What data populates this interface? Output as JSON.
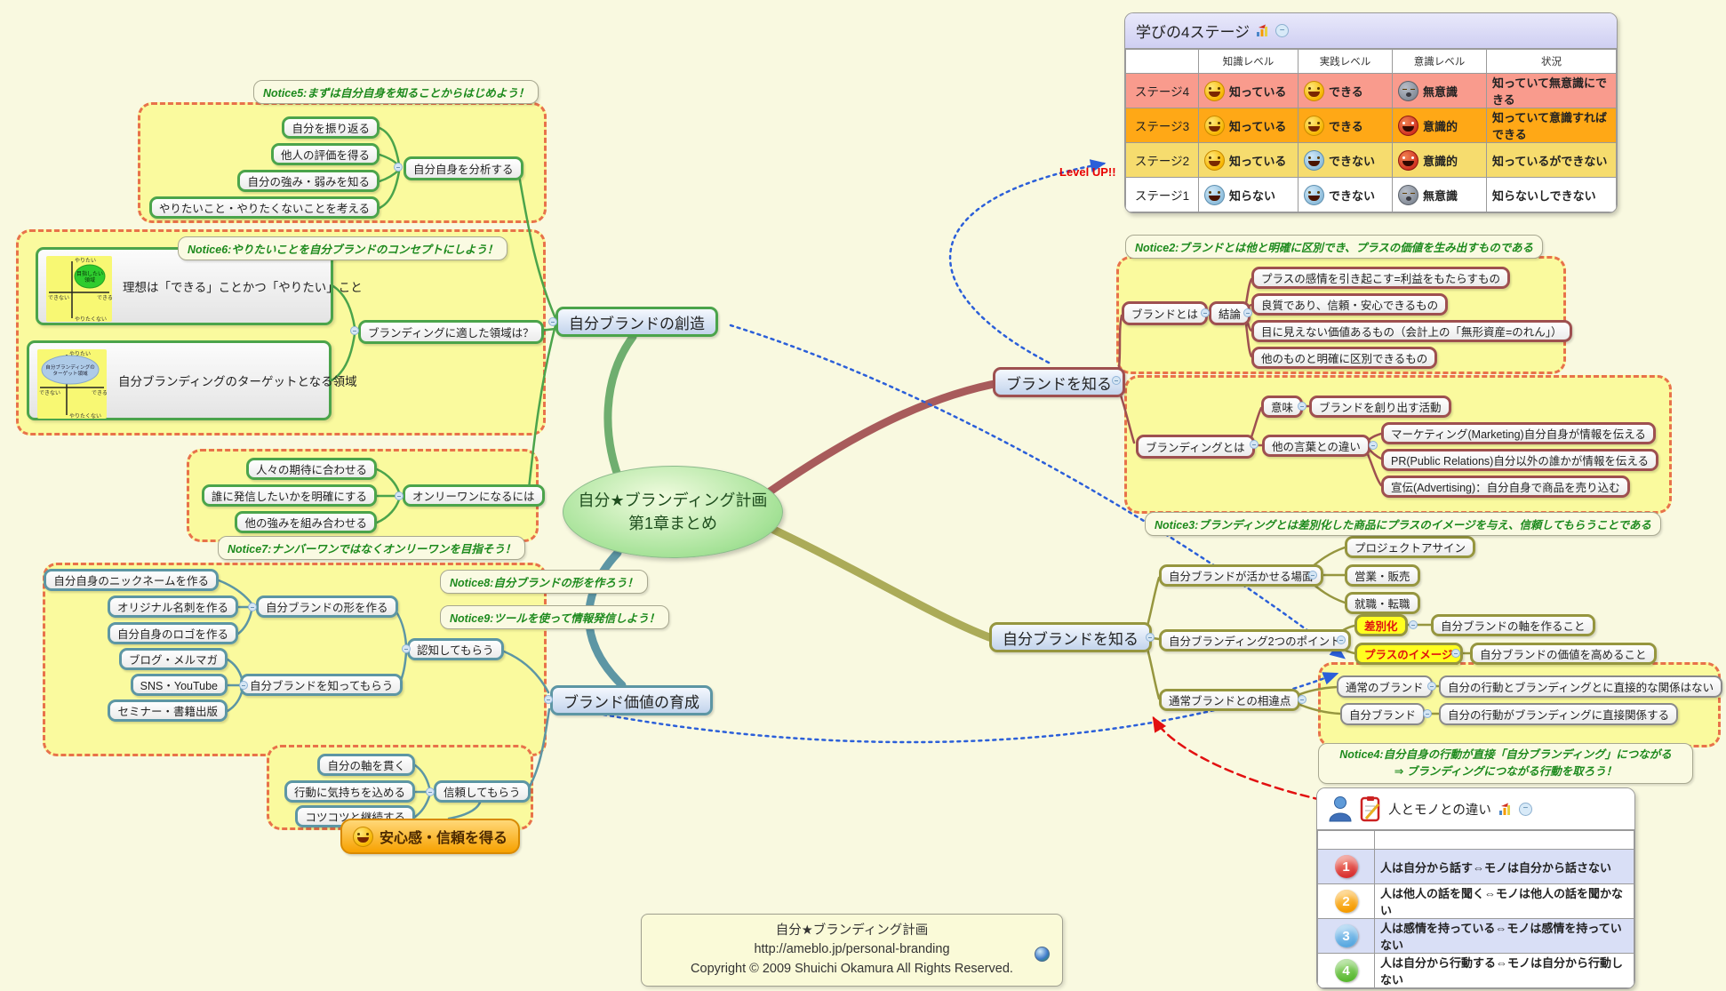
{
  "center": {
    "line1": "自分★ブランディング計画",
    "line2": "第1章まとめ"
  },
  "nodes": {
    "creation_main": "自分ブランドの創造",
    "know_brand_main": "ブランドを知る",
    "know_self_main": "自分ブランドを知る",
    "nurture_main": "ブランド価値の育成",
    "furikaeru": "自分を振り返る",
    "hyouka": "他人の評価を得る",
    "tsuyomi": "自分の強み・弱みを知る",
    "yaritai": "やりたいこと・やりたくないことを考える",
    "bunseki": "自分自身を分析する",
    "risou": "理想は「できる」ことかつ「やりたい」こと",
    "target_ryouiki": "自分ブランディングのターゲットとなる領域",
    "tekishita": "ブランディングに適した領域は？",
    "kitai": "人々の期待に合わせる",
    "dare": "誰に発信したいかを明確にする",
    "kumiawase": "他の強みを組み合わせる",
    "onlyone": "オンリーワンになるには",
    "nickname": "自分自身のニックネームを作る",
    "meishi": "オリジナル名刺を作る",
    "logo": "自分自身のロゴを作る",
    "katachi": "自分ブランドの形を作る",
    "blog": "ブログ・メルマガ",
    "sns": "SNS・YouTube",
    "seminar": "セミナー・書籍出版",
    "shittemorau": "自分ブランドを知ってもらう",
    "ninchi": "認知してもらう",
    "jiku": "自分の軸を貫く",
    "kimochi": "行動に気持ちを込める",
    "kotsu": "コツコツと継続する",
    "shinrai": "信頼してもらう",
    "anshin": "安心感・信頼を得る",
    "brand_toha": "ブランドとは",
    "ketsuron": "結論",
    "plus_kanjou": "プラスの感情を引き起こす=利益をもたらすもの",
    "ryoushitsu": "良質であり、信頼・安心できるもの",
    "mienai": "目に見えない価値あるもの（会計上の「無形資産=のれん」）",
    "kubetsu": "他のものと明確に区別できるもの",
    "branding_toha": "ブランディングとは",
    "imi": "意味",
    "tsukuridasu": "ブランドを創り出す活動",
    "kotoba_chigai": "他の言葉との違い",
    "marketing": "マーケティング(Marketing)自分自身が情報を伝える",
    "pr": "PR(Public Relations)自分以外の誰かが情報を伝える",
    "senden": "宣伝(Advertising)：自分自身で商品を売り込む",
    "ikaseru": "自分ブランドが活かせる場面",
    "project": "プロジェクトアサイン",
    "eigyo": "営業・販売",
    "shushoku": "就職・転職",
    "two_points": "自分ブランディング2つのポイント",
    "sabetsuka": "差別化",
    "jiku_tsukuru": "自分ブランドの軸を作ること",
    "plus_image": "プラスのイメージ",
    "kachi_takameru": "自分ブランドの価値を高めること",
    "souiten": "通常ブランドとの相違点",
    "tsujou_brand": "通常のブランド",
    "tsujou_desc": "自分の行動とブランディングとに直接的な関係はない",
    "jibun_brand": "自分ブランド",
    "jibun_desc": "自分の行動がブランディングに直接関係する"
  },
  "notices": {
    "n2": "Notice2:ブランドとは他と明確に区別でき、プラスの価値を生み出すものである",
    "n3": "Notice3:ブランディングとは差別化した商品にプラスのイメージを与え、信頼してもらうことである",
    "n4_line1": "Notice4:自分自身の行動が直接「自分ブランディング」につながる",
    "n4_line2": "⇒ ブランディングにつながる行動を取ろう！",
    "n5": "Notice5:まずは自分自身を知ることからはじめよう！",
    "n6": "Notice6:やりたいことを自分ブランドのコンセプトにしよう！",
    "n7": "Notice7:ナンバーワンではなくオンリーワンを目指そう！",
    "n8": "Notice8:自分ブランドの形を作ろう！",
    "n9": "Notice9:ツールを使って情報発信しよう！"
  },
  "insets": {
    "axis_top": "やりたい",
    "axis_bottom": "やりたくない",
    "axis_left": "できない",
    "axis_right": "できる",
    "a_ellipse_line1": "目指したい",
    "a_ellipse_line2": "領域",
    "b_ellipse_line1": "自分ブランディングの",
    "b_ellipse_line2": "ターゲット領域"
  },
  "stage_table": {
    "title": "学びの4ステージ",
    "columns": [
      "知識レベル",
      "実践レベル",
      "意識レベル",
      "状況"
    ],
    "rows": [
      {
        "name": "ステージ4",
        "knowledge": "知っている",
        "knowledge_icon": "laughing-face",
        "practice": "できる",
        "practice_icon": "laughing-face",
        "awareness": "無意識",
        "awareness_icon": "sleeping-face",
        "situation": "知っていて無意識にできる",
        "row_color": "#F99B8D"
      },
      {
        "name": "ステージ3",
        "knowledge": "知っている",
        "knowledge_icon": "laughing-face",
        "practice": "できる",
        "practice_icon": "laughing-face",
        "awareness": "意識的",
        "awareness_icon": "angry-face",
        "situation": "知っていて意識すればできる",
        "row_color": "#FFA816"
      },
      {
        "name": "ステージ2",
        "knowledge": "知っている",
        "knowledge_icon": "laughing-face",
        "practice": "できない",
        "practice_icon": "crying-face",
        "awareness": "意識的",
        "awareness_icon": "angry-face",
        "situation": "知っているができない",
        "row_color": "#F6DC6E"
      },
      {
        "name": "ステージ1",
        "knowledge": "知らない",
        "knowledge_icon": "crying-face",
        "practice": "できない",
        "practice_icon": "crying-face",
        "awareness": "無意識",
        "awareness_icon": "sleeping-face",
        "situation": "知らないしできない",
        "row_color": "#FFFFFF"
      }
    ]
  },
  "diff_table": {
    "title": "人とモノとの違い",
    "rows": [
      {
        "num": "1",
        "text": "人は自分から話す⇔モノは自分から話さない",
        "circle_color": "#D83030"
      },
      {
        "num": "2",
        "text": "人は他人の話を聞く⇔モノは他人の話を聞かない",
        "circle_color": "#F59B00"
      },
      {
        "num": "3",
        "text": "人は感情を持っている⇔モノは感情を持っていない",
        "circle_color": "#58A8E0"
      },
      {
        "num": "4",
        "text": "人は自分から行動する⇔モノは自分から行動しない",
        "circle_color": "#58B830"
      }
    ]
  },
  "level_up_label": "Level UP!!",
  "footer": {
    "line1": "自分★ブランディング計画",
    "line2": "http://ameblo.jp/personal-branding",
    "line3": "Copyright © 2009 Shuichi Okamura All Rights Reserved."
  },
  "icons": {
    "stage_title_chart": "bar-chart-icon",
    "collapse": "collapse-minus-icon",
    "diff_person": "person-icon",
    "diff_clipboard": "clipboard-pencil-icon",
    "footer_globe": "globe-icon",
    "anshin_face": "laughing-face"
  },
  "colors": {
    "background": "#F9F9E0",
    "group_fill": "#FAFA9E",
    "group_border": "#E8724A",
    "branch_creation": "#4BA44B",
    "branch_nurture": "#5D96A4",
    "branch_know_brand": "#9E5050",
    "branch_know_self": "#96963F",
    "notice_text": "#1D8A1D",
    "highlight_bg": "#FFFF20",
    "highlight_text": "#E01010",
    "relation_link": "#2B5FD9",
    "alert_link": "#E21010"
  }
}
